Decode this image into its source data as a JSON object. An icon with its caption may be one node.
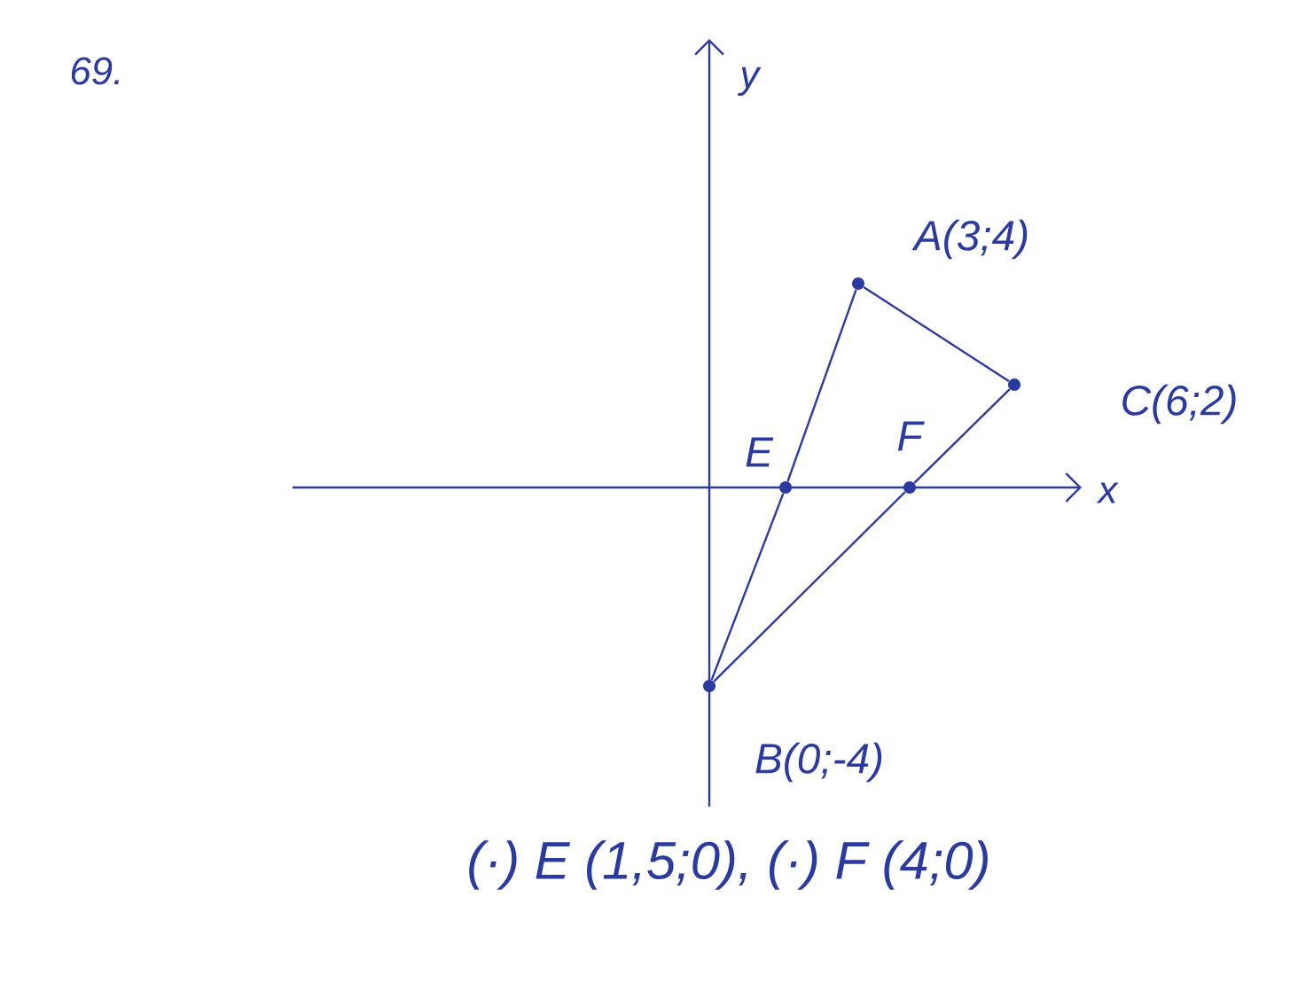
{
  "diagram": {
    "nodes": [
      {
        "text": [],
        "shape": "circle",
        "beside": [
          "A(3;4)"
        ]
      },
      {
        "text": [],
        "shape": "circle",
        "beside": [
          "C(6;2)"
        ]
      },
      {
        "text": [],
        "shape": "circle",
        "beside": [
          "E"
        ]
      },
      {
        "text": [],
        "shape": "circle",
        "beside": [
          "F"
        ]
      },
      {
        "text": [],
        "shape": "circle",
        "beside": [
          "B(0;-4)"
        ]
      }
    ],
    "edges": [
      {
        "from": 0,
        "to": 1,
        "arrow": "none"
      },
      {
        "from": 0,
        "to": 2,
        "arrow": "none"
      },
      {
        "from": 2,
        "to": 4,
        "arrow": "none"
      },
      {
        "from": 1,
        "to": 3,
        "arrow": "none"
      },
      {
        "from": 3,
        "to": 4,
        "arrow": "none"
      }
    ],
    "labels": [
      "69.",
      "y",
      "x",
      "(·) E (1,5;0), (·) F (4;0)"
    ]
  }
}
